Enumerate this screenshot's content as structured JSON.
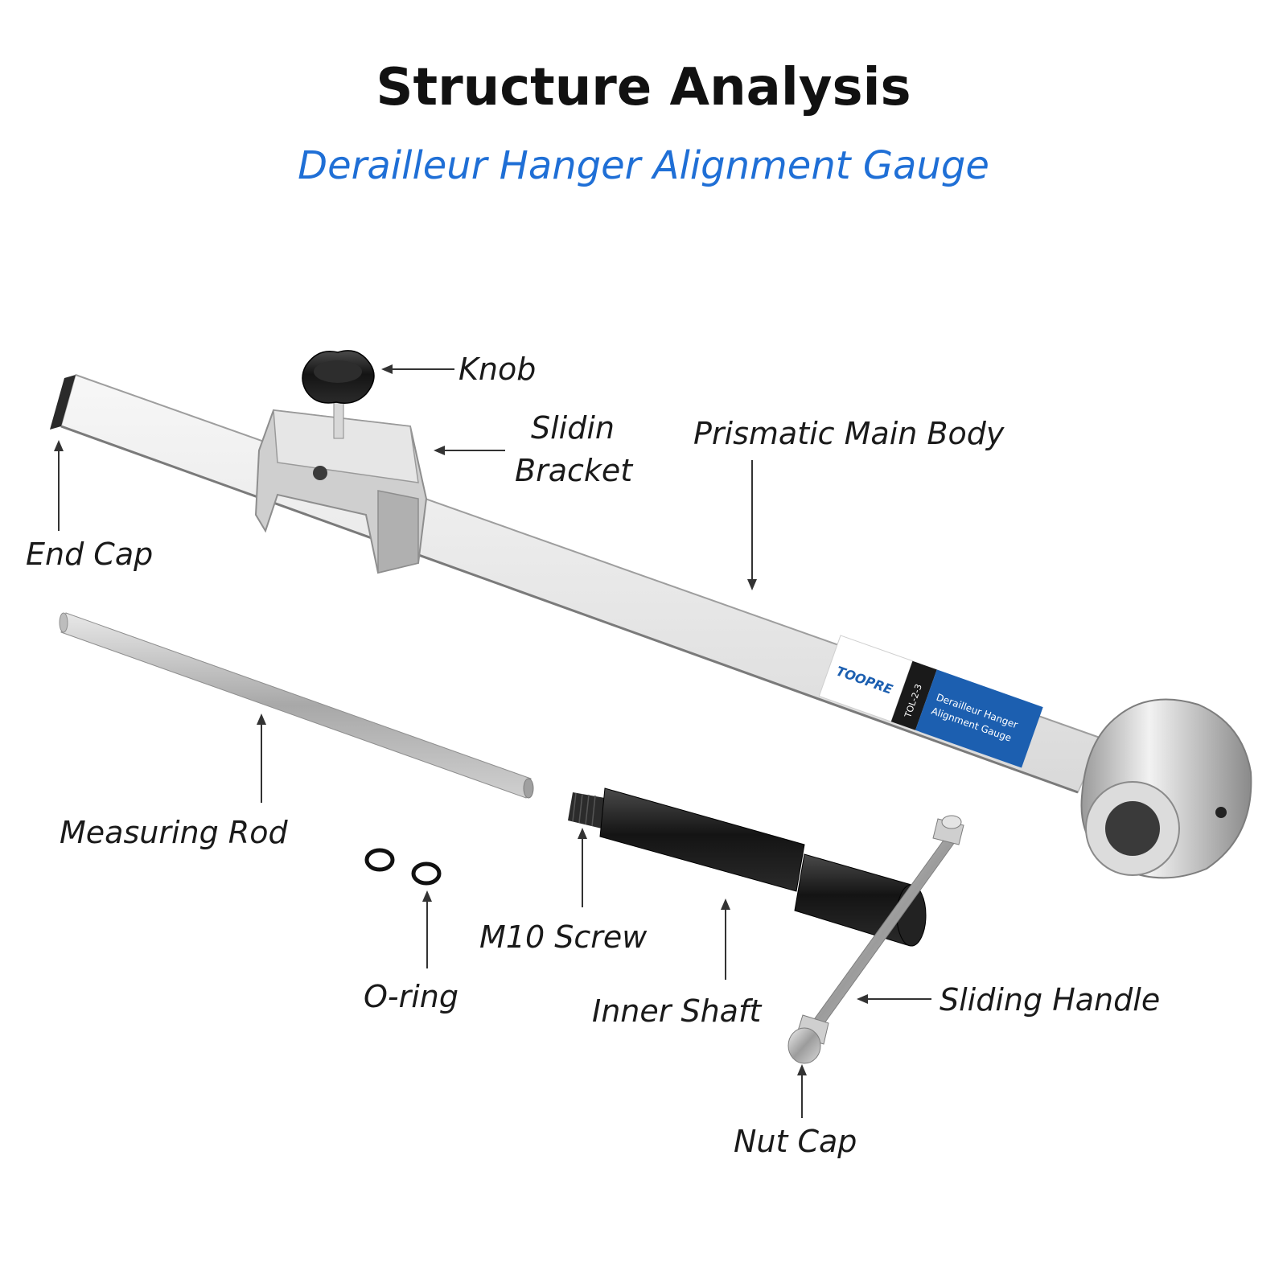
{
  "header": {
    "title": "Structure Analysis",
    "subtitle": "Derailleur Hanger Alignment Gauge"
  },
  "product_label": {
    "brand": "TOOPRE",
    "model": "TOL-2-3",
    "line1": "Derailleur Hanger",
    "line2": "Alignment Gauge"
  },
  "parts": {
    "knob": "Knob",
    "bracket_1": "Slidin",
    "bracket_2": "Bracket",
    "main_body": "Prismatic Main Body",
    "end_cap": "End Cap",
    "measuring_rod": "Measuring Rod",
    "o_ring": "O-ring",
    "m10_screw": "M10 Screw",
    "inner_shaft": "Inner Shaft",
    "sliding_handle": "Sliding Handle",
    "nut_cap": "Nut Cap"
  },
  "colors": {
    "title": "#111111",
    "subtitle": "#1f6fd6",
    "label_blue": "#1c5fb0"
  }
}
